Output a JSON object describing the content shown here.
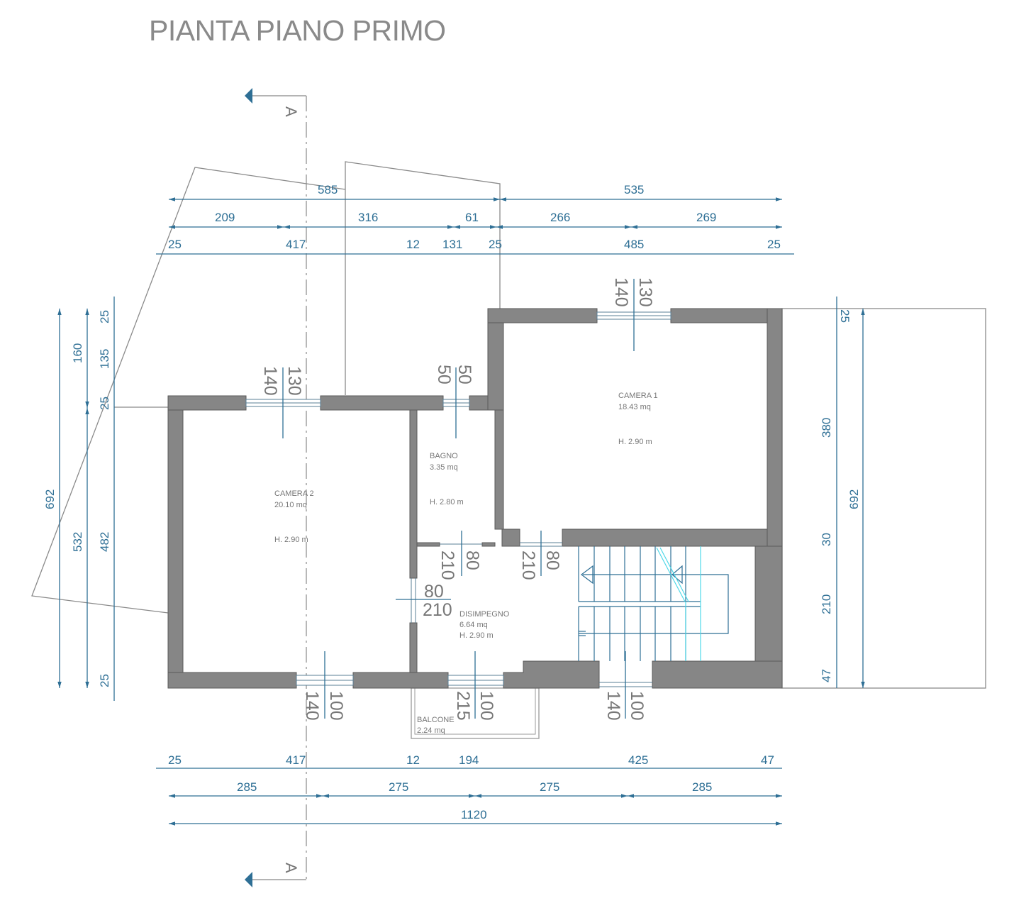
{
  "title": "PIANTA PIANO PRIMO",
  "section_marker": "A",
  "colors": {
    "dimension": "#2e6f95",
    "wall": "#868686",
    "stair_highlight": "#4fd8e8",
    "title": "#8a8a8a"
  },
  "rooms": [
    {
      "name": "CAMERA 1",
      "area": "18.43 mq",
      "height": "H. 2.90 m"
    },
    {
      "name": "BAGNO",
      "area": "3.35 mq",
      "height": "H. 2.80 m"
    },
    {
      "name": "CAMERA 2",
      "area": "20.10 mq",
      "height": "H. 2.90 m"
    },
    {
      "name": "DISIMPEGNO",
      "area": "6.64 mq",
      "height": "H. 2.90 m"
    },
    {
      "name": "BALCONE",
      "area": "2.24 mq"
    }
  ],
  "dims_top": {
    "row1": [
      "585",
      "535"
    ],
    "row2": [
      "209",
      "316",
      "61",
      "266",
      "269"
    ],
    "row3": [
      "25",
      "417",
      "12",
      "131",
      "25",
      "485",
      "25"
    ]
  },
  "dims_bottom": {
    "row1": [
      "25",
      "417",
      "12",
      "194",
      "425",
      "47"
    ],
    "row2": [
      "285",
      "275",
      "275",
      "285"
    ],
    "row3": [
      "1120"
    ]
  },
  "dims_left": {
    "outer": [
      "692"
    ],
    "middle": [
      "160",
      "532"
    ],
    "inner": [
      "25",
      "135",
      "25",
      "482",
      "25"
    ]
  },
  "dims_right": {
    "inner": [
      "25",
      "380",
      "30",
      "210",
      "47"
    ],
    "outer": [
      "692"
    ]
  },
  "openings": {
    "camera2_window": [
      "140",
      "130"
    ],
    "camera1_window": [
      "140",
      "130"
    ],
    "bagno_window": [
      "50",
      "50"
    ],
    "bagno_door": [
      "210",
      "80"
    ],
    "camera1_door": [
      "210",
      "80"
    ],
    "camera2_door": [
      "80",
      "210"
    ],
    "camera2_bottom_window": [
      "140",
      "100"
    ],
    "balcone_door": [
      "215",
      "100"
    ],
    "entrance": [
      "140",
      "100"
    ]
  }
}
